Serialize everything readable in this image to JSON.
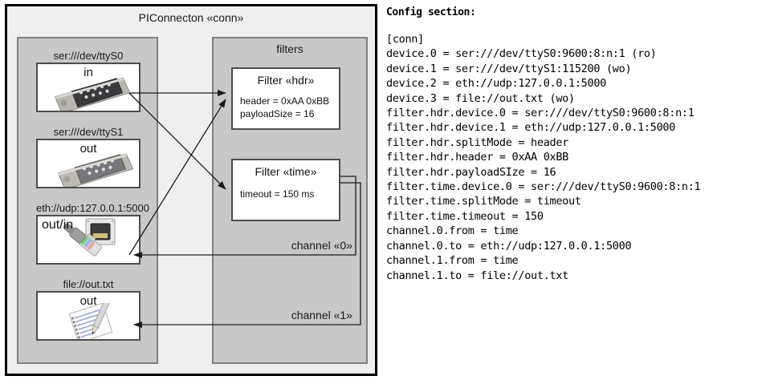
{
  "diagram": {
    "title": "PIConnecton «conn»",
    "devices_group": {
      "name": "devices-group",
      "items": [
        {
          "label": "ser:///dev/ttyS0",
          "direction": "in",
          "icon": "serial-port-icon"
        },
        {
          "label": "ser:///dev/ttyS1",
          "direction": "out",
          "icon": "serial-port-icon"
        },
        {
          "label": "eth://udp:127.0.0.1:5000",
          "direction": "out/in",
          "icon": "ethernet-port-icon"
        },
        {
          "label": "file://out.txt",
          "direction": "out",
          "icon": "text-file-icon"
        }
      ]
    },
    "filters_group": {
      "title": "filters",
      "filters": [
        {
          "title": "Filter «hdr»",
          "props": [
            "header = 0xAA 0xBB",
            "payloadSize = 16"
          ]
        },
        {
          "title": "Filter «time»",
          "props": [
            "timeout = 150 ms"
          ]
        }
      ],
      "channels": [
        {
          "label": "channel «0»"
        },
        {
          "label": "channel «1»"
        }
      ]
    }
  },
  "config": {
    "heading": "Config section:",
    "lines": [
      "[conn]",
      "device.0 = ser:///dev/ttyS0:9600:8:n:1 (ro)",
      "device.1 = ser:///dev/ttyS1:115200 (wo)",
      "device.2 = eth://udp:127.0.0.1:5000",
      "device.3 = file://out.txt (wo)",
      "filter.hdr.device.0 = ser:///dev/ttyS0:9600:8:n:1",
      "filter.hdr.device.1 = eth://udp:127.0.0.1:5000",
      "filter.hdr.splitMode = header",
      "filter.hdr.header = 0xAA 0xBB",
      "filter.hdr.payloadSIze = 16",
      "filter.time.device.0 = ser:///dev/ttyS0:9600:8:n:1",
      "filter.time.splitMode = timeout",
      "filter.time.timeout = 150",
      "channel.0.from = time",
      "channel.0.to = eth://udp:127.0.0.1:5000",
      "channel.1.from = time",
      "channel.1.to = file://out.txt"
    ]
  },
  "colors": {
    "frame_border": "#000000",
    "diagram_bg": "#efefef",
    "group_bg": "#c8c8c8",
    "group_border": "#808080",
    "box_border": "#4d4d4d",
    "box_bg": "#ffffff",
    "edge": "#1a1a1a"
  }
}
